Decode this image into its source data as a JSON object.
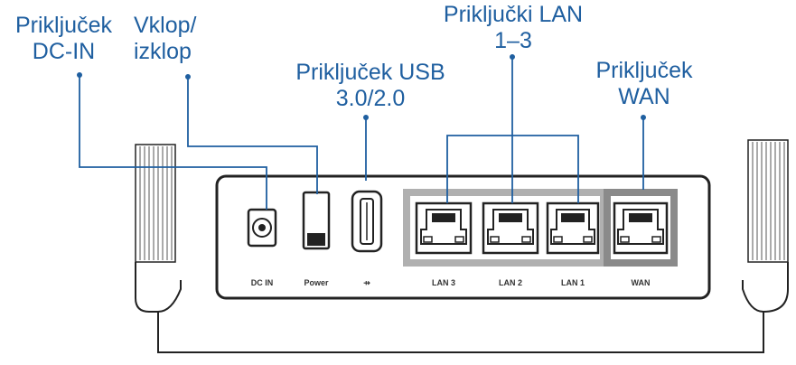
{
  "colors": {
    "callout_text": "#1f5fa0",
    "leader_line": "#1f5fa0",
    "device_outline": "#222222",
    "lan_group_frame": "#b0b0b0",
    "wan_frame": "#8a8a8a"
  },
  "callouts": {
    "dc_in": {
      "line1": "Priključek",
      "line2": "DC-IN"
    },
    "power": {
      "line1": "Vklop/",
      "line2": "izklop"
    },
    "usb": {
      "line1": "Priključek USB",
      "line2": "3.0/2.0"
    },
    "lan": {
      "line1": "Priključki LAN",
      "line2": "1–3"
    },
    "wan": {
      "line1": "Priključek",
      "line2": "WAN"
    }
  },
  "port_labels": {
    "dc_in": "DC IN",
    "power": "Power",
    "usb": "⇸",
    "lan3": "LAN 3",
    "lan2": "LAN 2",
    "lan1": "LAN 1",
    "wan": "WAN"
  }
}
